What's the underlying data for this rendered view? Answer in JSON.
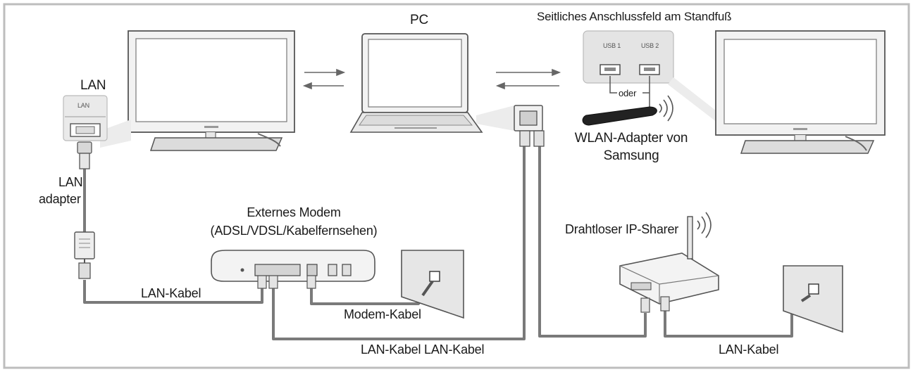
{
  "labels": {
    "pc": "PC",
    "side_panel": "Seitliches Anschlussfeld am Standfuß",
    "lan_top": "LAN",
    "lan_port": "LAN",
    "lan_adapter_line1": "LAN",
    "lan_adapter_line2": "adapter",
    "wlan_line1": "WLAN-Adapter von",
    "wlan_line2": "Samsung",
    "oder": "oder",
    "usb1": "USB 1",
    "usb2": "USB 2",
    "modem_line1": "Externes Modem",
    "modem_line2": "(ADSL/VDSL/Kabelfernsehen)",
    "ip_sharer": "Drahtloser IP-Sharer",
    "lan_kabel_left": "LAN-Kabel",
    "modem_kabel": "Modem-Kabel",
    "lan_kabel_bottom": "LAN-Kabel LAN-Kabel",
    "lan_kabel_right": "LAN-Kabel"
  },
  "colors": {
    "frame": "#bdbdbd",
    "cable": "#7a7a7a",
    "device_fill": "#f2f2f2",
    "device_stroke": "#555555",
    "wall": "#e6e6e6"
  }
}
